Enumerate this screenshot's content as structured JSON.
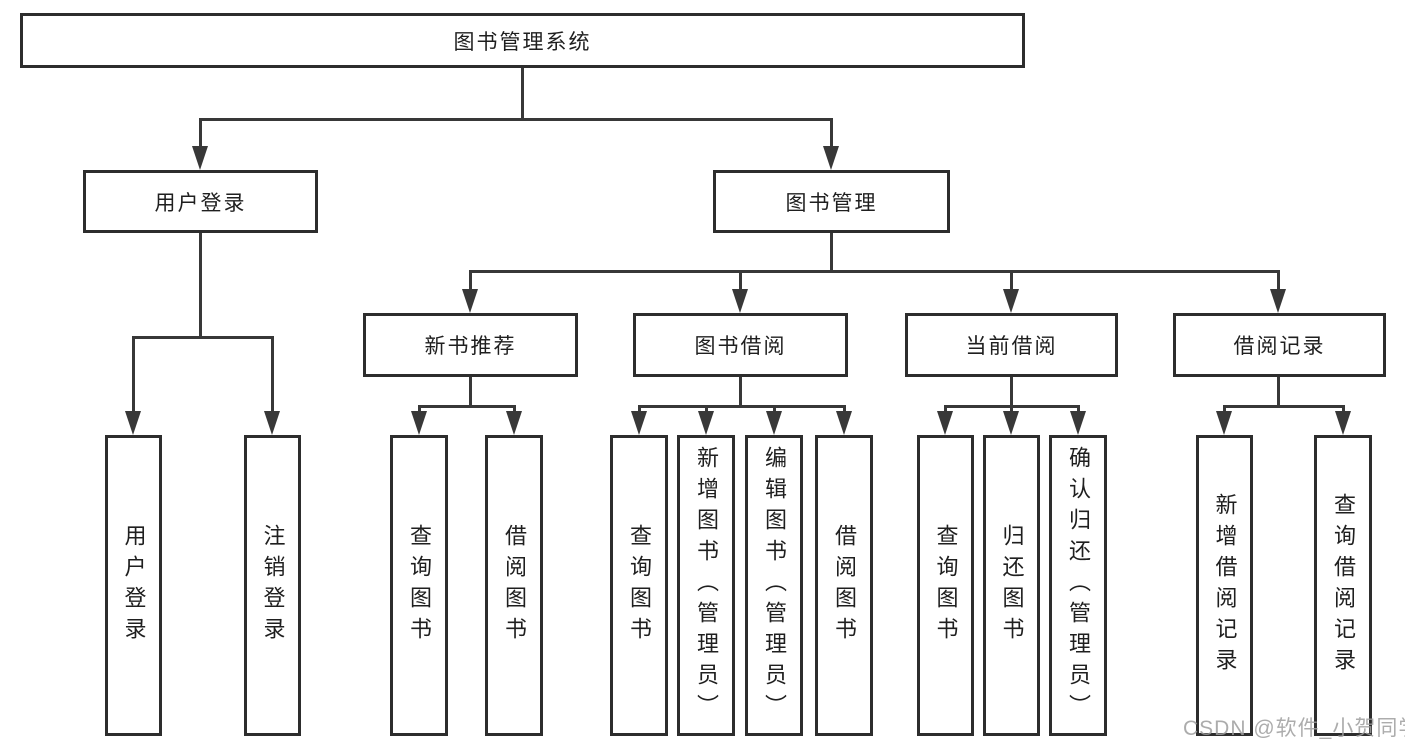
{
  "diagram_title": "图书管理系统",
  "tree": {
    "label": "图书管理系统",
    "children": [
      {
        "label": "用户登录",
        "children": [
          {
            "label": "用户登录"
          },
          {
            "label": "注销登录"
          }
        ]
      },
      {
        "label": "图书管理",
        "children": [
          {
            "label": "新书推荐",
            "children": [
              {
                "label": "查询图书"
              },
              {
                "label": "借阅图书"
              }
            ]
          },
          {
            "label": "图书借阅",
            "children": [
              {
                "label": "查询图书"
              },
              {
                "label": "新增图书（管理员）"
              },
              {
                "label": "编辑图书（管理员）"
              },
              {
                "label": "借阅图书"
              }
            ]
          },
          {
            "label": "当前借阅",
            "children": [
              {
                "label": "查询图书"
              },
              {
                "label": "归还图书"
              },
              {
                "label": "确认归还（管理员）"
              }
            ]
          },
          {
            "label": "借阅记录",
            "children": [
              {
                "label": "新增借阅记录"
              },
              {
                "label": "查询借阅记录"
              }
            ]
          }
        ]
      }
    ]
  },
  "watermark": "CSDN @软件_小贺同学",
  "colors": {
    "background": "#ffffff",
    "line": "#383838",
    "border": "#2d2d2d",
    "text": "#1f1f1f",
    "watermark": "#9e9e9e"
  }
}
